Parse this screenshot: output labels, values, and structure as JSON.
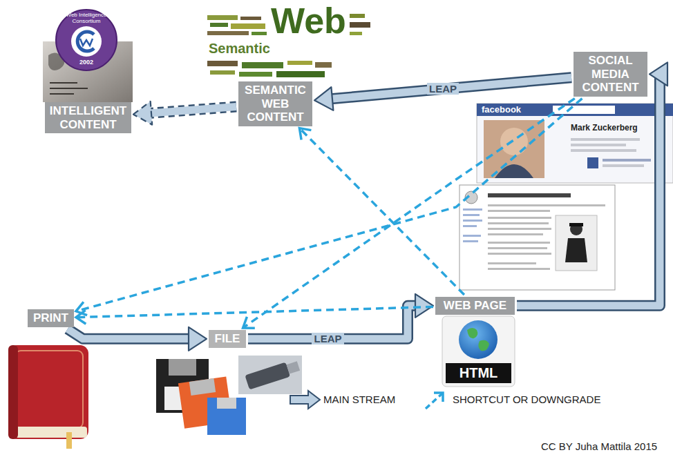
{
  "diagram": {
    "nodes": [
      {
        "text": [
          "INTELLIGENT CONTENT"
        ]
      },
      {
        "text": [
          "SEMANTIC WEB CONTENT"
        ]
      },
      {
        "text": [
          "SOCIAL MEDIA CONTENT"
        ]
      },
      {
        "text": [
          "WEB PAGE"
        ]
      },
      {
        "text": [
          "PRINT"
        ]
      },
      {
        "text": [
          "FILE"
        ]
      }
    ],
    "edges": [
      {
        "from": 4,
        "to": 5,
        "arrow": "to"
      },
      {
        "from": 5,
        "to": 3,
        "label": "LEAP",
        "arrow": "to"
      },
      {
        "from": 3,
        "to": 2,
        "arrow": "to"
      },
      {
        "from": 2,
        "to": 1,
        "label": "LEAP",
        "arrow": "to"
      },
      {
        "from": 1,
        "to": 0,
        "arrow": "to"
      },
      {
        "from": 3,
        "to": 1,
        "arrow": "to"
      },
      {
        "from": 3,
        "to": 4,
        "arrow": "to"
      },
      {
        "from": 2,
        "to": 5,
        "arrow": "to"
      },
      {
        "from": 2,
        "to": 4,
        "arrow": "to"
      }
    ],
    "labels": [
      "Web Intelligence Consortium",
      "2002",
      "Semantic",
      "Web",
      "facebook",
      "Mark Zuckerberg",
      "HTML",
      "CC BY Juha Mattila 2015"
    ],
    "legend": [
      {
        "text": "MAIN STREAM"
      },
      {
        "text": "SHORTCUT OR DOWNGRADE"
      }
    ]
  }
}
